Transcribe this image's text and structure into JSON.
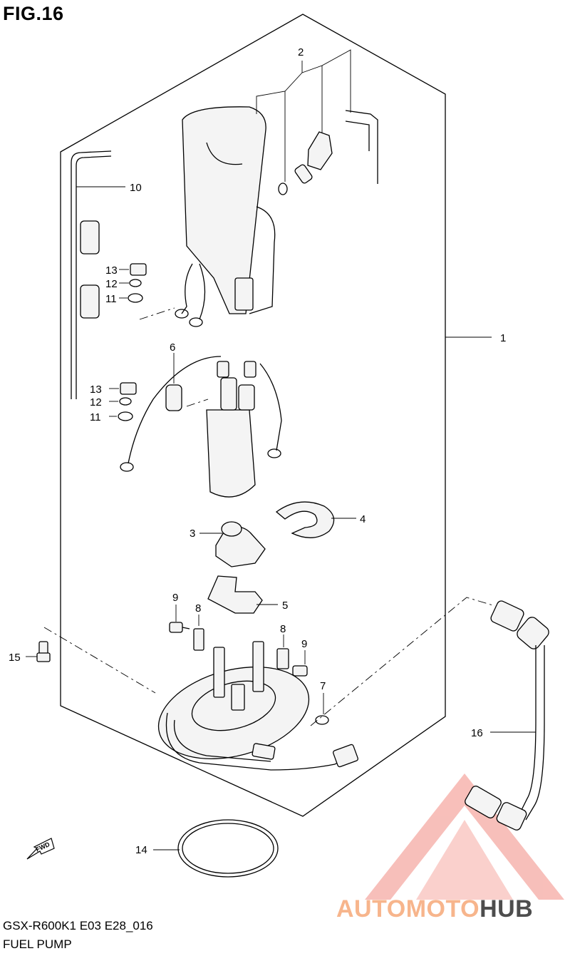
{
  "figure": {
    "title": "FIG.16",
    "model_code": "GSX-R600K1 E03 E28_016",
    "description": "FUEL PUMP",
    "fwd_label": "FWD"
  },
  "callouts": {
    "c1": "1",
    "c2": "2",
    "c3": "3",
    "c4": "4",
    "c5": "5",
    "c6": "6",
    "c7": "7",
    "c8a": "8",
    "c8b": "8",
    "c9a": "9",
    "c9b": "9",
    "c10": "10",
    "c11a": "11",
    "c11b": "11",
    "c12a": "12",
    "c12b": "12",
    "c13a": "13",
    "c13b": "13",
    "c14": "14",
    "c15": "15",
    "c16": "16"
  },
  "watermark": {
    "brand_part1": "AUTOMOTO",
    "brand_part2": "HUB",
    "color_primary": "#f28b82",
    "color_secondary": "#4d4d4d"
  }
}
